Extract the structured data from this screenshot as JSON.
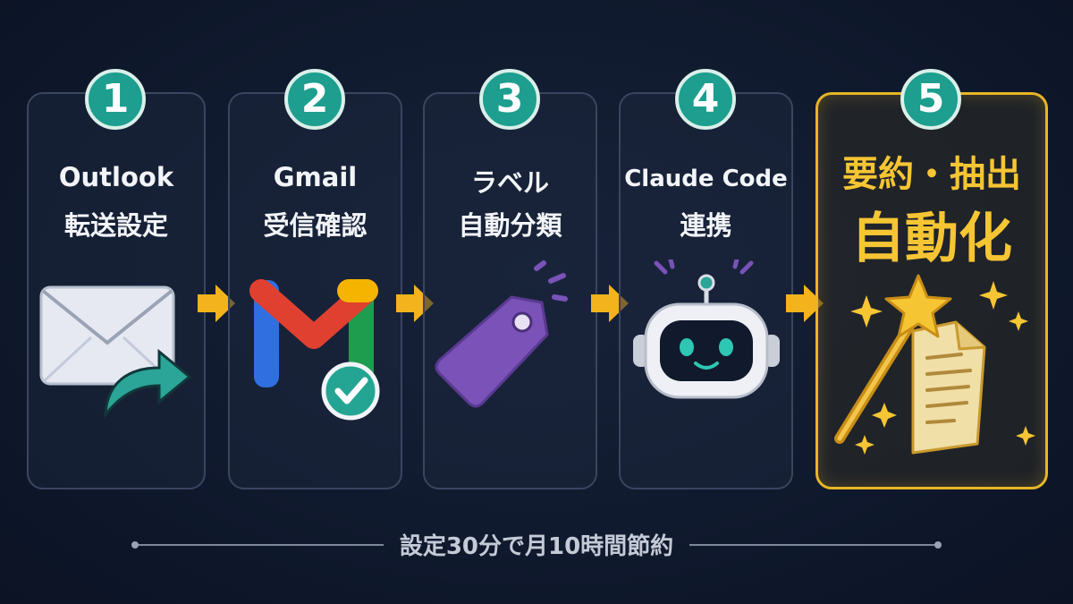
{
  "steps": [
    {
      "number": "1",
      "line1": "Outlook",
      "line2": "転送設定",
      "icon": "envelope-forward-icon"
    },
    {
      "number": "2",
      "line1": "Gmail",
      "line2": "受信確認",
      "icon": "gmail-check-icon"
    },
    {
      "number": "3",
      "line1": "ラベル",
      "line2": "自動分類",
      "icon": "tag-icon"
    },
    {
      "number": "4",
      "line1": "Claude Code",
      "line2": "連携",
      "icon": "robot-icon"
    },
    {
      "number": "5",
      "line1": "要約・抽出",
      "line2": "自動化",
      "icon": "magic-wand-document-icon"
    }
  ],
  "footer": {
    "text": "設定30分で月10時間節約"
  },
  "colors": {
    "background": "#101a2e",
    "card_border": "#3a4560",
    "badge": "#1d9e8f",
    "arrow": "#f2b31c",
    "highlight": "#f6c533",
    "tag": "#7a52b8",
    "teal": "#2aa597"
  }
}
